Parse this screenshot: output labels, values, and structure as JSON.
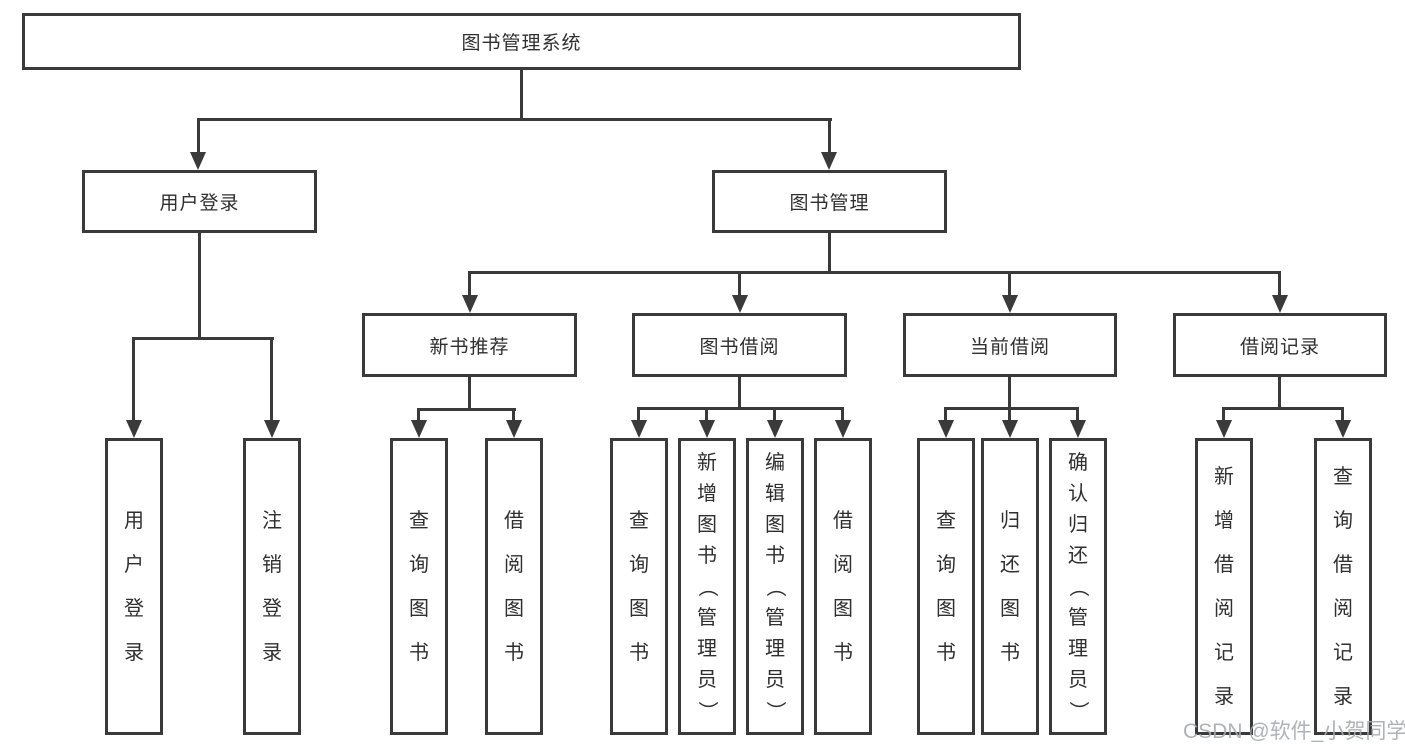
{
  "colors": {
    "line": "#3a3a3a",
    "text": "#2f2f2f",
    "background": "#ffffff",
    "watermark": "#a6abb1"
  },
  "nodes": {
    "root": {
      "label": "图书管理系统"
    },
    "user_login": {
      "label": "用户登录"
    },
    "book_management": {
      "label": "图书管理"
    },
    "new_book_recommend": {
      "label": "新书推荐"
    },
    "book_borrow": {
      "label": "图书借阅"
    },
    "current_borrow": {
      "label": "当前借阅"
    },
    "borrow_records": {
      "label": "借阅记录"
    },
    "leaf_user_login": {
      "label": "用户登录"
    },
    "leaf_logout": {
      "label": "注销登录"
    },
    "leaf_query_books_1": {
      "label": "查询图书"
    },
    "leaf_borrow_books_1": {
      "label": "借阅图书"
    },
    "leaf_query_books_2": {
      "label": "查询图书"
    },
    "leaf_add_book_admin": {
      "label": "新增图书（管理员）"
    },
    "leaf_edit_book_admin": {
      "label": "编辑图书（管理员）"
    },
    "leaf_borrow_books_2": {
      "label": "借阅图书"
    },
    "leaf_query_books_3": {
      "label": "查询图书"
    },
    "leaf_return_book": {
      "label": "归还图书"
    },
    "leaf_confirm_return_admin": {
      "label": "确认归还（管理员）"
    },
    "leaf_add_borrow_record": {
      "label": "新增借阅记录"
    },
    "leaf_query_borrow_record": {
      "label": "查询借阅记录"
    }
  },
  "watermark": {
    "text": "CSDN @软件_小贺同学"
  }
}
